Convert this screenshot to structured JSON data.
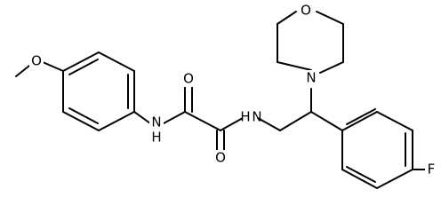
{
  "atoms": {
    "o_methoxy": "O",
    "nh_left_n": "N",
    "nh_left_h": "H",
    "o_top": "O",
    "o_bottom": "O",
    "nh_right_n": "N",
    "nh_right_h": "H",
    "o_morpholine": "O",
    "n_morpholine": "N",
    "f": "F"
  }
}
